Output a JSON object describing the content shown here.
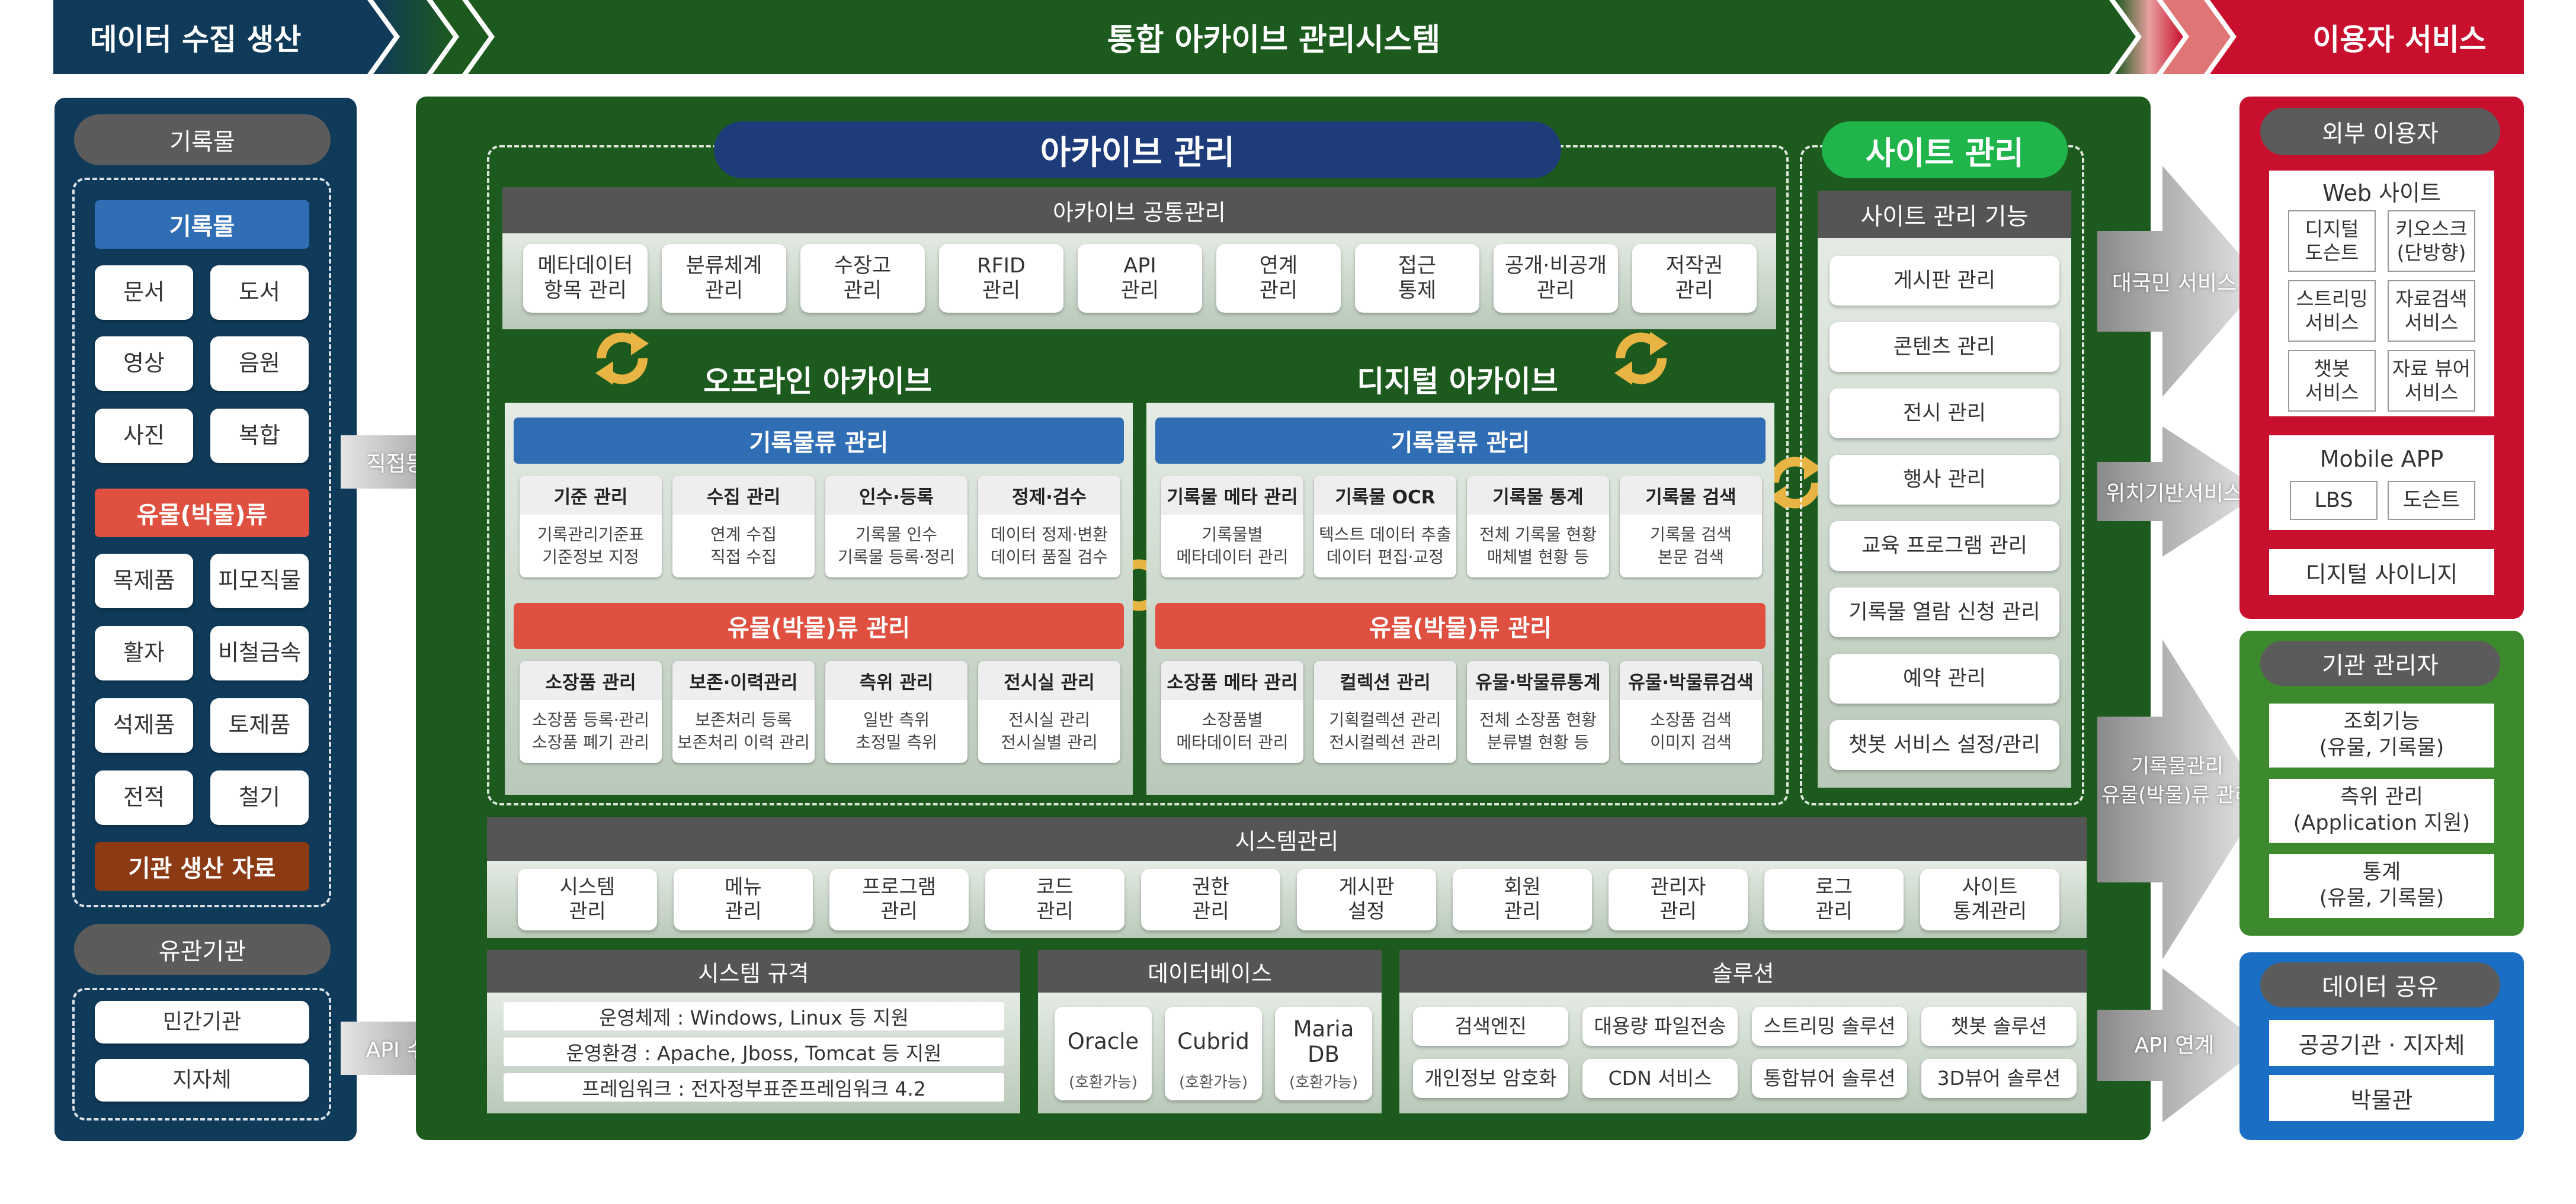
{
  "banner": {
    "left": "데이터 수집 생산",
    "center": "통합 아카이브 관리시스템",
    "right": "이용자 서비스"
  },
  "left": {
    "records_title": "기록물",
    "records_header": "기록물",
    "records_items": [
      "문서",
      "도서",
      "영상",
      "음원",
      "사진",
      "복합"
    ],
    "artifacts_header": "유물(박물)류",
    "artifacts_items": [
      "목제품",
      "피모직물",
      "활자",
      "비철금속",
      "석제품",
      "토제품",
      "전적",
      "철기"
    ],
    "inst_header": "기관 생산 자료",
    "related_title": "유관기관",
    "related_items": [
      "민간기관",
      "지자체"
    ]
  },
  "arrows": {
    "direct": "직접등록",
    "api_collect": "API 수집",
    "public": "대국민 서비스",
    "location": "위치기반서비스",
    "records_mgmt": "기록물관리\n유물(박물)류 관리",
    "api_link": "API 연계"
  },
  "archive": {
    "title": "아카이브 관리",
    "common_title": "아카이브 공통관리",
    "common_items": [
      "메타데이터\n항목 관리",
      "분류체계\n관리",
      "수장고\n관리",
      "RFID\n관리",
      "API\n관리",
      "연계\n관리",
      "접근\n통제",
      "공개·비공개\n관리",
      "저작권\n관리"
    ],
    "offline_title": "오프라인 아카이브",
    "digital_title": "디지털 아카이브",
    "offline_records_header": "기록물류 관리",
    "offline_records": [
      {
        "t": "기준 관리",
        "d": "기록관리기준표\n기준정보 지정"
      },
      {
        "t": "수집 관리",
        "d": "연계 수집\n직접 수집"
      },
      {
        "t": "인수·등록",
        "d": "기록물 인수\n기록물 등록·정리"
      },
      {
        "t": "정제·검수",
        "d": "데이터 정제·변환\n데이터 품질 검수"
      }
    ],
    "offline_artifacts_header": "유물(박물)류 관리",
    "offline_artifacts": [
      {
        "t": "소장품 관리",
        "d": "소장품 등록·관리\n소장품 폐기 관리"
      },
      {
        "t": "보존·이력관리",
        "d": "보존처리 등록\n보존처리 이력 관리"
      },
      {
        "t": "측위 관리",
        "d": "일반 측위\n초정밀 측위"
      },
      {
        "t": "전시실 관리",
        "d": "전시실 관리\n전시실별 관리"
      }
    ],
    "digital_records_header": "기록물류 관리",
    "digital_records": [
      {
        "t": "기록물 메타 관리",
        "d": "기록물별\n메타데이터 관리"
      },
      {
        "t": "기록물 OCR",
        "d": "텍스트 데이터 추출\n데이터 편집·교정"
      },
      {
        "t": "기록물 통계",
        "d": "전체 기록물 현황\n매체별 현황 등"
      },
      {
        "t": "기록물 검색",
        "d": "기록물 검색\n본문 검색"
      }
    ],
    "digital_artifacts_header": "유물(박물)류 관리",
    "digital_artifacts": [
      {
        "t": "소장품 메타 관리",
        "d": "소장품별\n메타데이터 관리"
      },
      {
        "t": "컬렉션 관리",
        "d": "기획컬렉션 관리\n전시컬렉션 관리"
      },
      {
        "t": "유물·박물류통계",
        "d": "전체 소장품 현황\n분류별 현황 등"
      },
      {
        "t": "유물·박물류검색",
        "d": "소장품 검색\n이미지 검색"
      }
    ]
  },
  "site": {
    "title": "사이트 관리",
    "bar": "사이트 관리 기능",
    "items": [
      "게시판 관리",
      "콘텐츠 관리",
      "전시 관리",
      "행사 관리",
      "교육 프로그램 관리",
      "기록물 열람 신청 관리",
      "예약 관리",
      "챗봇 서비스 설정/관리"
    ]
  },
  "sysmgmt": {
    "title": "시스템관리",
    "items": [
      "시스템\n관리",
      "메뉴\n관리",
      "프로그램\n관리",
      "코드\n관리",
      "권한\n관리",
      "게시판\n설정",
      "회원\n관리",
      "관리자\n관리",
      "로그\n관리",
      "사이트\n통계관리"
    ]
  },
  "spec": {
    "title": "시스템 규격",
    "items": [
      "운영체제 : Windows, Linux 등 지원",
      "운영환경 : Apache, Jboss, Tomcat 등 지원",
      "프레임워크 : 전자정부표준프레임워크 4.2"
    ]
  },
  "db": {
    "title": "데이터베이스",
    "items": [
      {
        "n": "Oracle",
        "s": "(호환가능)"
      },
      {
        "n": "Cubrid",
        "s": "(호환가능)"
      },
      {
        "n": "Maria\nDB",
        "s": "(호환가능)"
      }
    ]
  },
  "solution": {
    "title": "솔루션",
    "items": [
      "검색엔진",
      "대용량 파일전송",
      "스트리밍 솔루션",
      "챗봇 솔루션",
      "개인정보 암호화",
      "CDN 서비스",
      "통합뷰어 솔루션",
      "3D뷰어 솔루션"
    ]
  },
  "right": {
    "external_title": "외부 이용자",
    "web_title": "Web 사이트",
    "web_items": [
      "디지털\n도슨트",
      "키오스크\n(단방향)",
      "스트리밍\n서비스",
      "자료검색\n서비스",
      "챗봇\n서비스",
      "자료 뷰어\n서비스"
    ],
    "mobile_title": "Mobile APP",
    "mobile_items": [
      "LBS",
      "도슨트"
    ],
    "signage": "디지털 사이니지",
    "admin_title": "기관 관리자",
    "admin_items": [
      "조회기능\n(유물, 기록물)",
      "측위 관리\n(Application 지원)",
      "통계\n(유물, 기록물)"
    ],
    "share_title": "데이터 공유",
    "share_items": [
      "공공기관 · 지자체",
      "박물관"
    ]
  },
  "colors": {
    "navy": "#0f3a5a",
    "green": "#1d5a1e",
    "red": "#c8102e",
    "blue_header": "#2f6db5",
    "red_header": "#e05040",
    "brown": "#8b3a14",
    "admin_green": "#3d8a2e",
    "share_blue": "#1a6fc4"
  }
}
